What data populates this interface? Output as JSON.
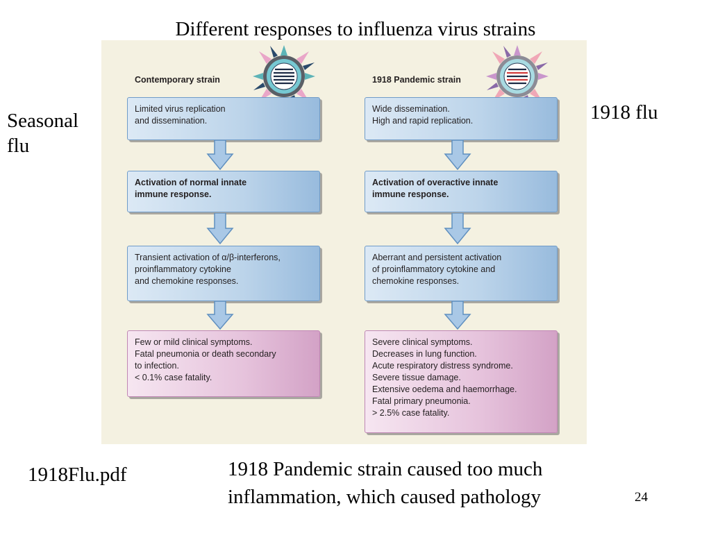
{
  "slide": {
    "title": "Different responses to influenza virus strains",
    "left_label": [
      "Seasonal",
      "flu"
    ],
    "right_label": "1918 flu",
    "source": "1918Flu.pdf",
    "caption": [
      "1918 Pandemic strain caused too much",
      "inflammation, which caused pathology"
    ],
    "page_number": "24"
  },
  "figure": {
    "left": {
      "heading": "Contemporary strain",
      "boxes": [
        [
          "Limited virus replication",
          "and dissemination."
        ],
        [
          "Activation of normal innate",
          "immune response."
        ],
        [
          "Transient activation of α/β-interferons,",
          "proinflammatory cytokine",
          "and chemokine responses."
        ],
        [
          "Few or mild clinical symptoms.",
          "Fatal pneumonia or death secondary",
          "to infection.",
          "< 0.1% case fatality."
        ]
      ]
    },
    "right": {
      "heading": "1918 Pandemic strain",
      "boxes": [
        [
          "Wide dissemination.",
          "High and rapid replication."
        ],
        [
          "Activation of overactive innate",
          "immune response."
        ],
        [
          "Aberrant and persistent activation",
          "of proinflammatory cytokine and",
          "chemokine responses."
        ],
        [
          "Severe clinical symptoms.",
          "Decreases in lung function.",
          "Acute respiratory distress syndrome.",
          "Severe tissue damage.",
          "Extensive oedema and haemorrhage.",
          "Fatal primary pneumonia.",
          "> 2.5% case fatality."
        ]
      ]
    },
    "colors": {
      "background": "#f4f1e1",
      "blue_box": "#bcd4ea",
      "pink_box": "#e6c3dc",
      "arrow": "#a9c8e6"
    }
  }
}
